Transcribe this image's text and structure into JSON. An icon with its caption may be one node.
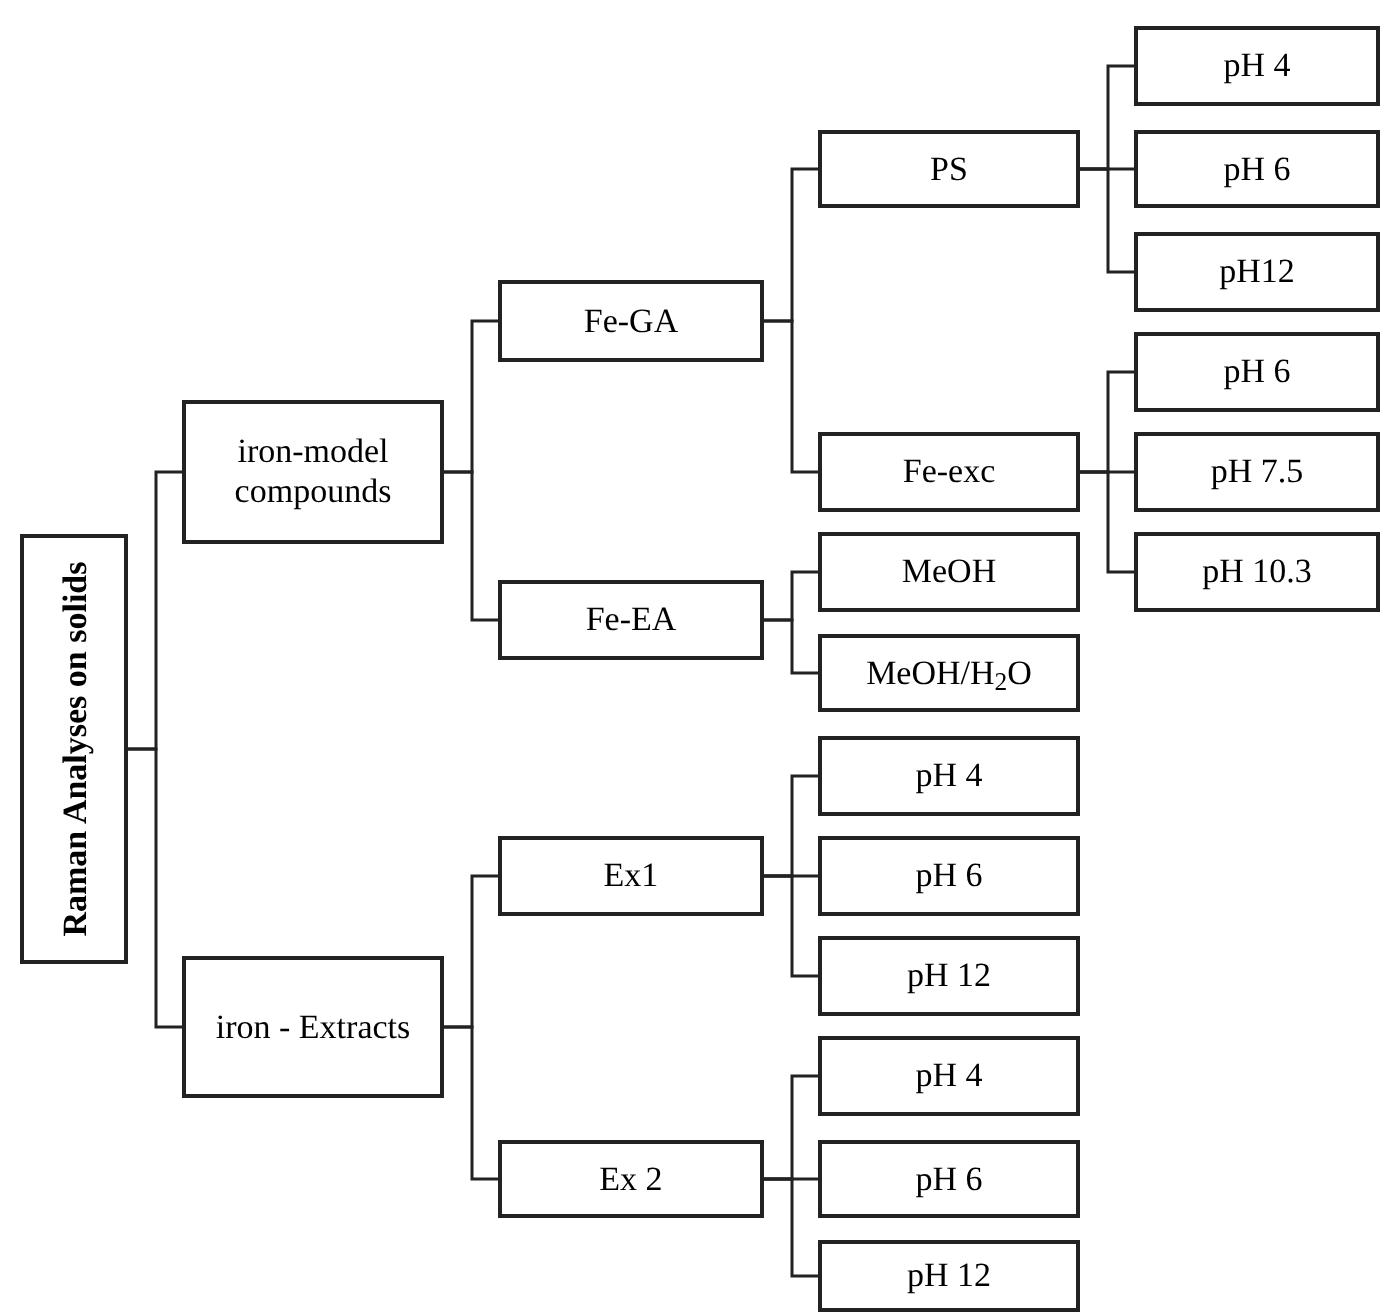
{
  "diagram": {
    "nodes": [
      {
        "text": [
          "Raman Analyses on solids"
        ]
      },
      {
        "text": [
          "iron-model compounds"
        ]
      },
      {
        "text": [
          "Fe-GA"
        ]
      },
      {
        "text": [
          "PS"
        ]
      },
      {
        "text": [
          "pH 4"
        ]
      },
      {
        "text": [
          "pH 6"
        ]
      },
      {
        "text": [
          "pH12"
        ]
      },
      {
        "text": [
          "Fe-exc"
        ]
      },
      {
        "text": [
          "pH 6"
        ]
      },
      {
        "text": [
          "pH 7.5"
        ]
      },
      {
        "text": [
          "pH 10.3"
        ]
      },
      {
        "text": [
          "Fe-EA"
        ]
      },
      {
        "text": [
          "MeOH"
        ]
      },
      {
        "text": [
          "MeOH/H$_{2}$O"
        ]
      },
      {
        "text": [
          "iron - Extracts"
        ]
      },
      {
        "text": [
          "Ex1"
        ]
      },
      {
        "text": [
          "pH 4"
        ]
      },
      {
        "text": [
          "pH 6"
        ]
      },
      {
        "text": [
          "pH 12"
        ]
      },
      {
        "text": [
          "Ex 2"
        ]
      },
      {
        "text": [
          "pH 4"
        ]
      },
      {
        "text": [
          "pH 6"
        ]
      },
      {
        "text": [
          "pH 12"
        ]
      }
    ],
    "edges": [
      {
        "from": 0,
        "to": 1,
        "arrow": "none"
      },
      {
        "from": 0,
        "to": 14,
        "arrow": "none"
      },
      {
        "from": 1,
        "to": 2,
        "arrow": "none"
      },
      {
        "from": 1,
        "to": 11,
        "arrow": "none"
      },
      {
        "from": 2,
        "to": 3,
        "arrow": "none"
      },
      {
        "from": 2,
        "to": 7,
        "arrow": "none"
      },
      {
        "from": 3,
        "to": 4,
        "arrow": "none"
      },
      {
        "from": 3,
        "to": 5,
        "arrow": "none"
      },
      {
        "from": 3,
        "to": 6,
        "arrow": "none"
      },
      {
        "from": 7,
        "to": 8,
        "arrow": "none"
      },
      {
        "from": 7,
        "to": 9,
        "arrow": "none"
      },
      {
        "from": 7,
        "to": 10,
        "arrow": "none"
      },
      {
        "from": 11,
        "to": 12,
        "arrow": "none"
      },
      {
        "from": 11,
        "to": 13,
        "arrow": "none"
      },
      {
        "from": 14,
        "to": 15,
        "arrow": "none"
      },
      {
        "from": 14,
        "to": 19,
        "arrow": "none"
      },
      {
        "from": 15,
        "to": 16,
        "arrow": "none"
      },
      {
        "from": 15,
        "to": 17,
        "arrow": "none"
      },
      {
        "from": 15,
        "to": 18,
        "arrow": "none"
      },
      {
        "from": 19,
        "to": 20,
        "arrow": "none"
      },
      {
        "from": 19,
        "to": 21,
        "arrow": "none"
      },
      {
        "from": 19,
        "to": 22,
        "arrow": "none"
      }
    ]
  }
}
